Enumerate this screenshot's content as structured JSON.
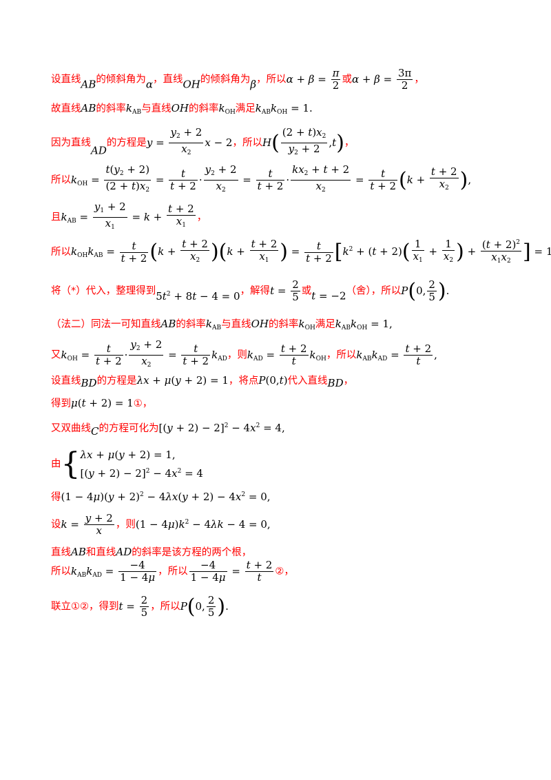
{
  "lines": {
    "l1": {
      "a": "设直线",
      "b": "的倾斜角为",
      "c": "，直线",
      "d": "的倾斜角为",
      "e": "，所以",
      "f": "或",
      "g": "，"
    },
    "l2": {
      "a": "故直线",
      "b": "的斜率",
      "c": "与直线",
      "d": "的斜率",
      "e": "满足"
    },
    "l3": {
      "a": "因为直线",
      "b": "的方程是",
      "c": "，所以",
      "d": "，"
    },
    "l4": {
      "a": "所以"
    },
    "l5": {
      "a": "且"
    },
    "l6": {
      "a": "所以"
    },
    "l7": {
      "a": "将（*）代入，整理得到",
      "b": "，解得",
      "c": "或",
      "d": "（舍），所以"
    },
    "l8": {
      "a": "（法二）同法一可知直线",
      "b": "的斜率",
      "c": "与直线",
      "d": "的斜率",
      "e": "满足"
    },
    "l9": {
      "a": "又",
      "b": "，则",
      "c": "，所以"
    },
    "l10": {
      "a": "设直线",
      "b": "的方程是",
      "c": "，将点",
      "d": "代入直线"
    },
    "l11": {
      "a": "得到",
      "b": "①，"
    },
    "l12": {
      "a": "又双曲线",
      "b": "的方程可化为"
    },
    "l13": {
      "a": "由"
    },
    "l14": {
      "a": "得"
    },
    "l15": {
      "a": "设",
      "b": "，则"
    },
    "l16": {
      "a": "直线",
      "b": "和直线",
      "c": "的斜率是该方程的两个根，"
    },
    "l17": {
      "a": "所以",
      "b": "，所以",
      "c": "②，"
    },
    "l18": {
      "a": "联立①②，得到",
      "b": "，所以"
    }
  }
}
